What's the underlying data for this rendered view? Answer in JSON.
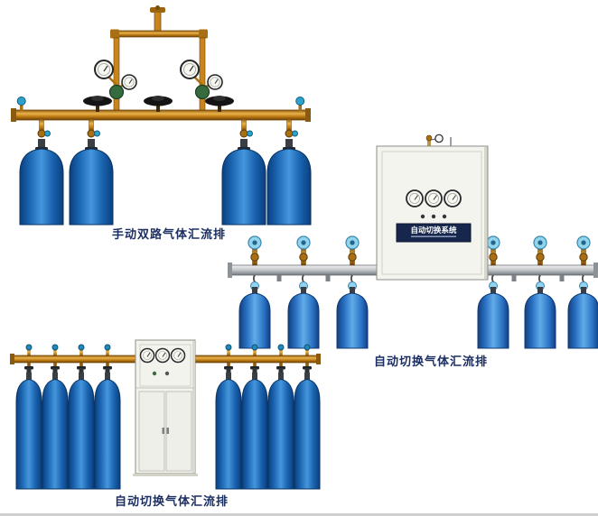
{
  "page": {
    "background": "#ffffff"
  },
  "products": [
    {
      "key": "manual-dual-manifold",
      "label": "手动双路气体汇流排",
      "cylinders": 4
    },
    {
      "key": "auto-switch-manifold-wall",
      "label": "自动切换气体汇流排",
      "cabinet_title": "自动切换系统",
      "cylinders": 6
    },
    {
      "key": "auto-switch-manifold-floor",
      "label": "自动切换气体汇流排",
      "cylinders": 8
    }
  ],
  "colors": {
    "cylinder_blue_dark": "#0b3f7e",
    "cylinder_blue_light": "#4596dc",
    "brass": "#c9841c",
    "silver_pipe": "#c6cacd",
    "cabinet_body": "#f4f4ee",
    "cabinet_plate": "#16264c",
    "valve_cap_cyan": "#92d4ee",
    "label_text": "#1c2f63"
  }
}
